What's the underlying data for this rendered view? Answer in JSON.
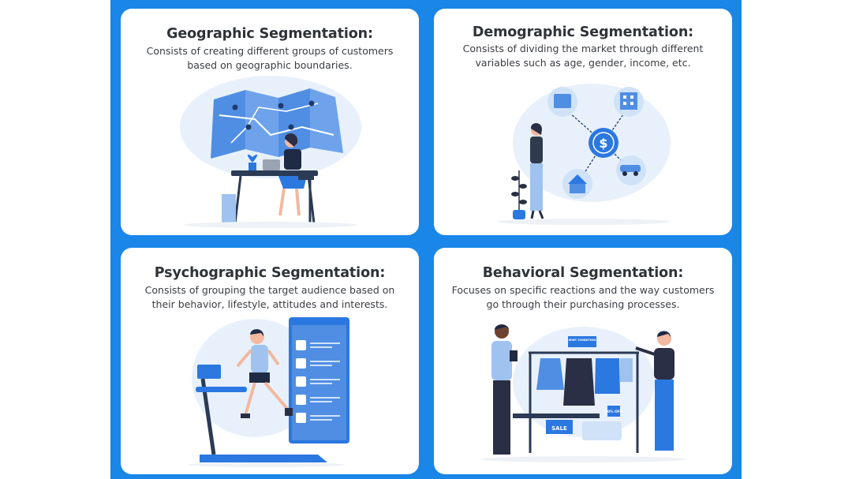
{
  "cards": [
    {
      "title": "Geographic Segmentation:",
      "description": "Consists of creating different groups of customers based on geographic boundaries."
    },
    {
      "title": "Demographic Segmentation:",
      "description": "Consists of dividing the market through different variables such as age, gender, income, etc."
    },
    {
      "title": "Psychographic Segmentation:",
      "description": "Consists of grouping the target audience based on their behavior, lifestyle, attitudes and interests."
    },
    {
      "title": "Behavioral Segmentation:",
      "description": "Focuses on specific reactions and the way customers go through their purchasing processes."
    }
  ],
  "illustration_text": {
    "mint_sign": "MINT CONDITION",
    "discount_tag": "50% OFF",
    "sale_banner": "SALE",
    "currency_symbol": "$"
  },
  "colors": {
    "frame_blue": "#1a86e8",
    "card_bg": "#ffffff",
    "accent_blue": "#2b78e0",
    "light_blue": "#d6e8fb",
    "dark_navy": "#1f2a44",
    "text_dark": "#2f3338"
  }
}
